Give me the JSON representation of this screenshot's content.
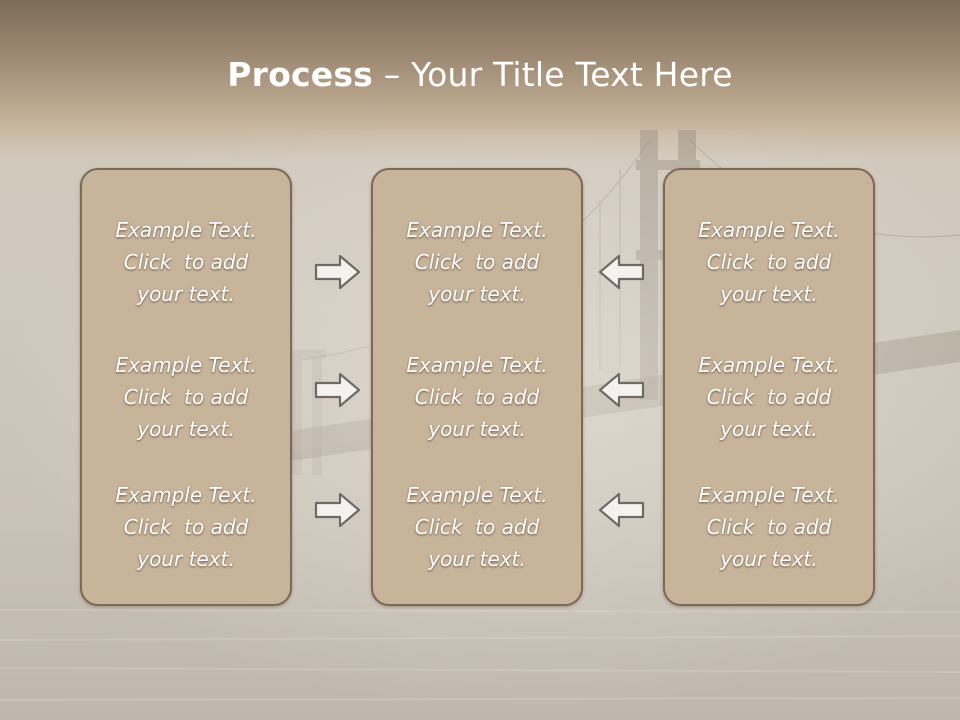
{
  "title": {
    "bold": "Process",
    "rest": " – Your Title Text Here"
  },
  "panels": [
    {
      "items": [
        {
          "line1": "Example Text.",
          "line2": "Click  to add",
          "line3": "your text."
        },
        {
          "line1": "Example Text.",
          "line2": "Click  to add",
          "line3": "your text."
        },
        {
          "line1": "Example Text.",
          "line2": "Click  to add",
          "line3": "your text."
        }
      ]
    },
    {
      "items": [
        {
          "line1": "Example Text.",
          "line2": "Click  to add",
          "line3": "your text."
        },
        {
          "line1": "Example Text.",
          "line2": "Click  to add",
          "line3": "your text."
        },
        {
          "line1": "Example Text.",
          "line2": "Click  to add",
          "line3": "your text."
        }
      ]
    },
    {
      "items": [
        {
          "line1": "Example Text.",
          "line2": "Click  to add",
          "line3": "your text."
        },
        {
          "line1": "Example Text.",
          "line2": "Click  to add",
          "line3": "your text."
        },
        {
          "line1": "Example Text.",
          "line2": "Click  to add",
          "line3": "your text."
        }
      ]
    }
  ],
  "arrows": {
    "left_group": [
      "right-arrow-icon",
      "right-arrow-icon",
      "right-arrow-icon"
    ],
    "right_group": [
      "left-arrow-icon",
      "left-arrow-icon",
      "left-arrow-icon"
    ]
  },
  "colors": {
    "panel_fill": "#c8b49a",
    "panel_border": "#7a6a56",
    "title_text": "#ffffff",
    "arrow_fill": "#f4f2ee",
    "arrow_stroke": "#6f6a64"
  }
}
